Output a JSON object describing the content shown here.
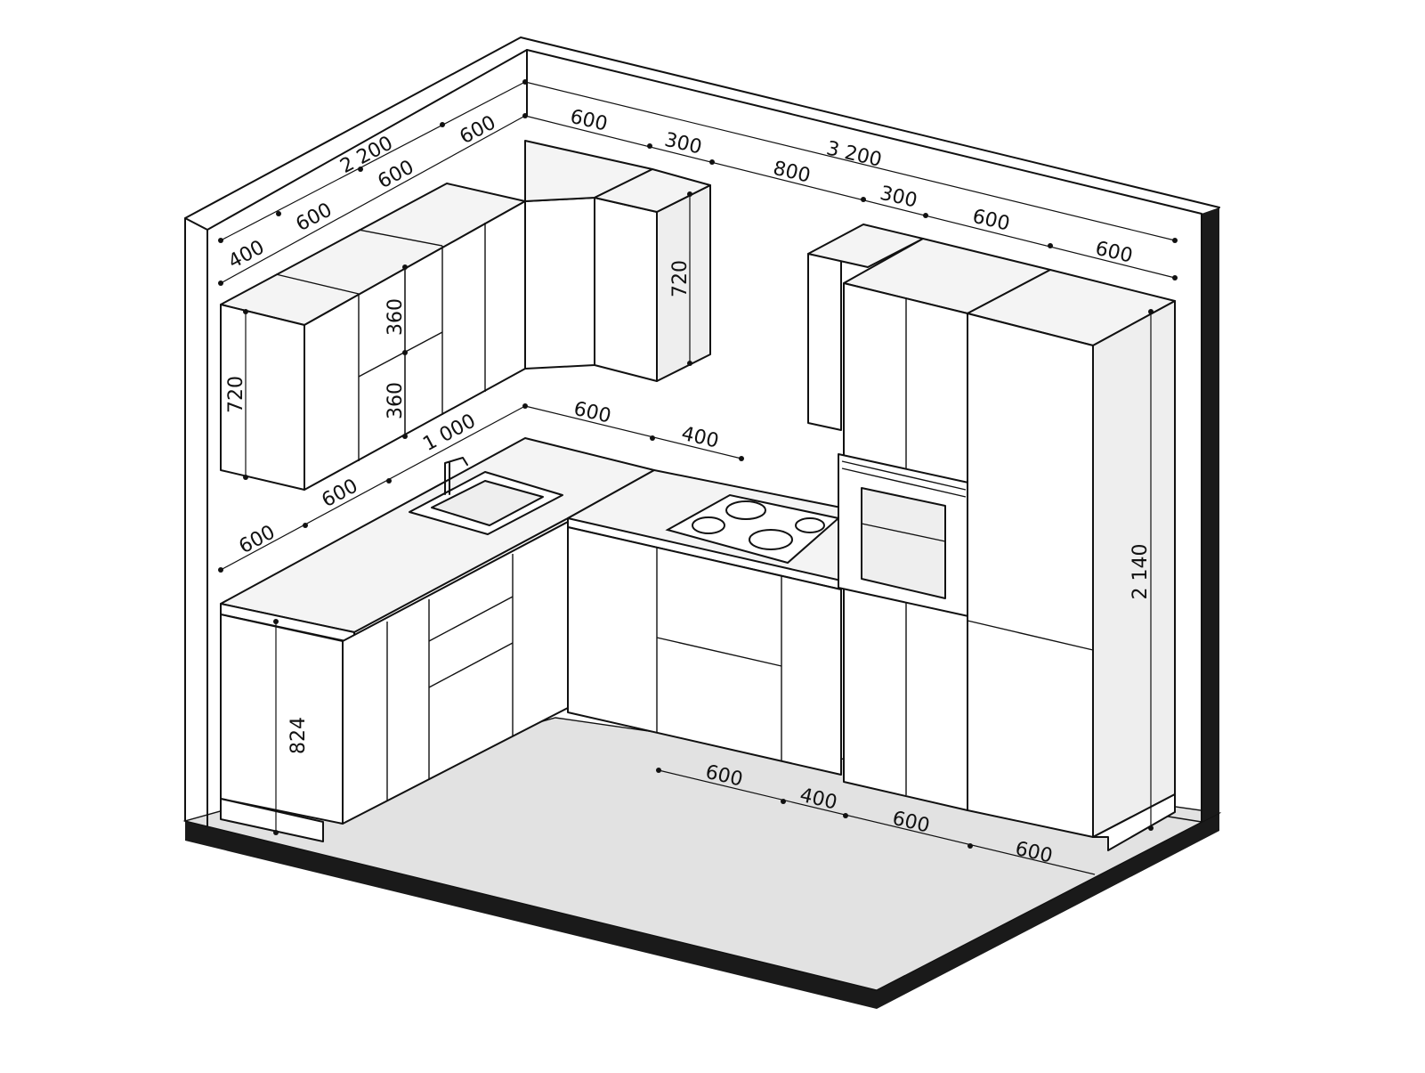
{
  "colors": {
    "line": "#111111",
    "floor": "#e2e2e2",
    "wall_top": "#ffffff",
    "slab": "#1a1a1a",
    "cabinet_face": "#ffffff",
    "cabinet_side": "#eeeeee"
  },
  "dimensions": {
    "left_wall_total": "2 200",
    "left_upper_400": "400",
    "left_upper_600_a": "600",
    "left_upper_600_b": "600",
    "left_upper_600_c": "600",
    "back_total": "3 200",
    "back_upper_600": "600",
    "back_upper_300": "300",
    "back_800": "800",
    "back_300": "300",
    "back_600_a": "600",
    "back_600_b": "600",
    "upper_height_left": "720",
    "upper_height_corner": "720",
    "drawer_360_top": "360",
    "drawer_360_bottom": "360",
    "counter_left_1000": "1 000",
    "counter_left_600_a": "600",
    "counter_left_600_b": "600",
    "counter_back_600": "600",
    "counter_back_400": "400",
    "base_height": "824",
    "tall_height": "2 140",
    "floor_600_a": "600",
    "floor_400": "400",
    "floor_600_b": "600",
    "floor_600_c": "600"
  }
}
